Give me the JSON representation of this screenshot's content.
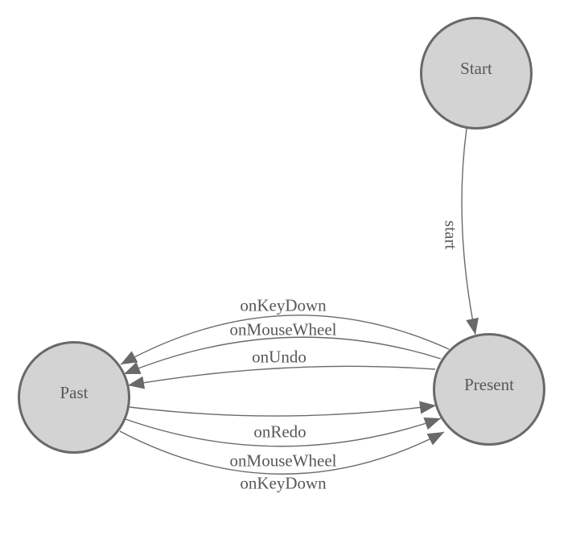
{
  "diagram": {
    "type": "state-machine",
    "background_color": "#ffffff",
    "node_fill_color": "#d3d3d3",
    "node_border_color": "#696969",
    "edge_color": "#6a6a6a",
    "arrowhead_color": "#696969",
    "text_color": "#58585a"
  },
  "nodes": {
    "start": {
      "label": "Start"
    },
    "present": {
      "label": "Present"
    },
    "past": {
      "label": "Past"
    }
  },
  "edges": [
    {
      "from": "Start",
      "to": "Present",
      "label": "start"
    },
    {
      "from": "Present",
      "to": "Past",
      "label": "onKeyDown"
    },
    {
      "from": "Present",
      "to": "Past",
      "label": "onMouseWheel"
    },
    {
      "from": "Present",
      "to": "Past",
      "label": "onUndo"
    },
    {
      "from": "Past",
      "to": "Present",
      "label": "onRedo"
    },
    {
      "from": "Past",
      "to": "Present",
      "label": "onMouseWheel"
    },
    {
      "from": "Past",
      "to": "Present",
      "label": "onKeyDown"
    }
  ]
}
